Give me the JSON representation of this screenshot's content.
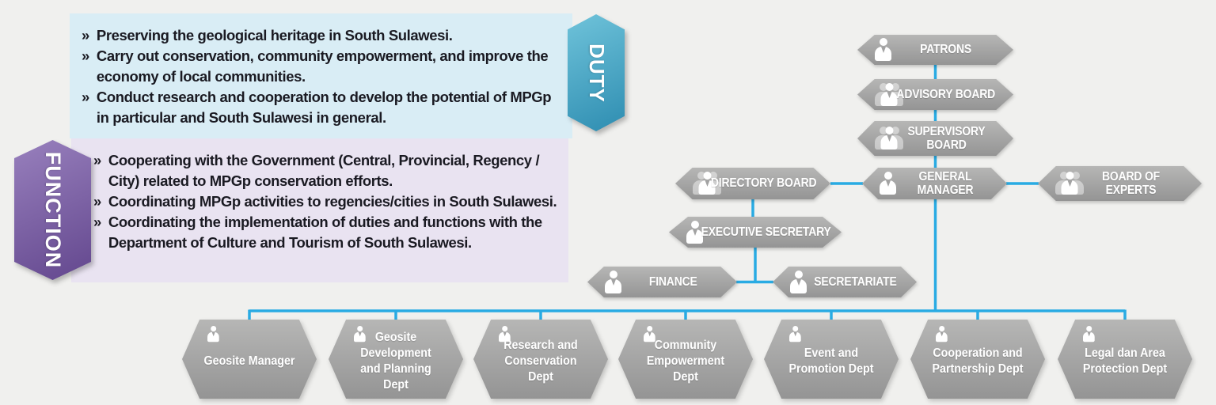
{
  "colors": {
    "page_bg": "#f0f0ee",
    "duty_panel_bg": "#d9edf5",
    "function_panel_bg": "#e9e3f1",
    "duty_banner_start": "#6fc3da",
    "duty_banner_end": "#2e8db1",
    "function_banner_start": "#9880bd",
    "function_banner_end": "#63478e",
    "connector": "#29abe3",
    "node_top": "#b6b6b5",
    "node_bottom": "#949494",
    "node_text": "#ffffff",
    "body_text": "#1a1a22"
  },
  "duty": {
    "label": "DUTY",
    "bullet": "»",
    "items": [
      "Preserving the geological heritage in South Sulawesi.",
      "Carry out conservation, community empowerment, and improve the economy of local communities.",
      "Conduct research and cooperation to develop the potential of MPGp in particular and South Sulawesi in general."
    ]
  },
  "function": {
    "label": "FUNCTION",
    "bullet": "»",
    "items": [
      "Cooperating with the Government (Central, Provincial, Regency / City) related to MPGp conservation efforts.",
      "Coordinating MPGp activities to regencies/cities in South Sulawesi.",
      "Coordinating the implementation of duties and functions with the Department of Culture and Tourism of South Sulawesi."
    ]
  },
  "org_chart": {
    "nodes": [
      {
        "id": "patrons",
        "label": "PATRONS",
        "icon": "person-icon"
      },
      {
        "id": "advisory-board",
        "label": "ADVISORY BOARD",
        "icon": "group-icon"
      },
      {
        "id": "supervisory-board",
        "label": "SUPERVISORY BOARD",
        "icon": "group-icon"
      },
      {
        "id": "directory-board",
        "label": "DIRECTORY BOARD",
        "icon": "group-icon"
      },
      {
        "id": "general-manager",
        "label": "GENERAL MANAGER",
        "icon": "person-icon"
      },
      {
        "id": "board-of-experts",
        "label": "BOARD OF EXPERTS",
        "icon": "group-icon"
      },
      {
        "id": "executive-secretary",
        "label": "EXECUTIVE SECRETARY",
        "icon": "person-icon"
      },
      {
        "id": "finance",
        "label": "FINANCE",
        "icon": "person-icon"
      },
      {
        "id": "secretariate",
        "label": "SECRETARIATE",
        "icon": "person-icon"
      }
    ],
    "departments": [
      {
        "id": "geosite-manager",
        "label": "Geosite Manager",
        "icon": "person-badge-icon"
      },
      {
        "id": "geosite-development-planning",
        "label": "Geosite Development and Planning Dept",
        "icon": "person-badge-icon"
      },
      {
        "id": "research-conservation",
        "label": "Research and Conservation Dept",
        "icon": "person-badge-icon"
      },
      {
        "id": "community-empowerment",
        "label": "Community Empowerment Dept",
        "icon": "person-badge-icon"
      },
      {
        "id": "event-promotion",
        "label": "Event and Promotion Dept",
        "icon": "person-badge-icon"
      },
      {
        "id": "cooperation-partnership",
        "label": "Cooperation and Partnership Dept",
        "icon": "person-badge-icon"
      },
      {
        "id": "legal-area-protection",
        "label": "Legal dan Area Protection Dept",
        "icon": "person-badge-icon"
      }
    ]
  }
}
